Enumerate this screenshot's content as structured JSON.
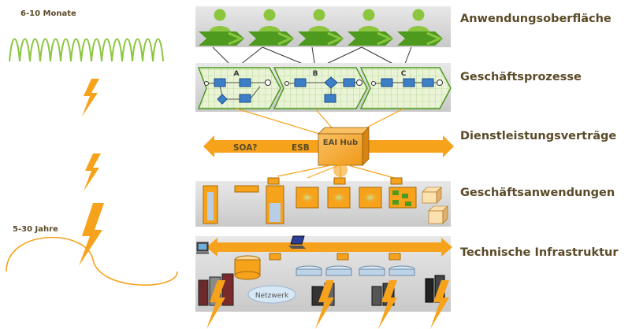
{
  "left_panel": {
    "short_cycle": "6-10 Monate",
    "long_cycle": "5-30 Jahre"
  },
  "layers": [
    {
      "id": "ui",
      "label": "Anwendungsoberfläche"
    },
    {
      "id": "processes",
      "label": "Geschäftsprozesse"
    },
    {
      "id": "services",
      "label": "Dienstleistungsverträge"
    },
    {
      "id": "apps",
      "label": "Geschäftsanwendungen"
    },
    {
      "id": "infra",
      "label": "Technische Infrastruktur"
    }
  ],
  "processes": [
    "A",
    "B",
    "C"
  ],
  "bus": {
    "soa": "SOA?",
    "esb": "ESB",
    "hub": "EAI Hub"
  },
  "network": "Netzwerk",
  "colors": {
    "green": "#8cc63f",
    "green_dark": "#4d9a1e",
    "orange": "#f7a21b",
    "orange_dark": "#c97a0a",
    "band": "#d6d6d6",
    "label": "#5a4a28"
  }
}
